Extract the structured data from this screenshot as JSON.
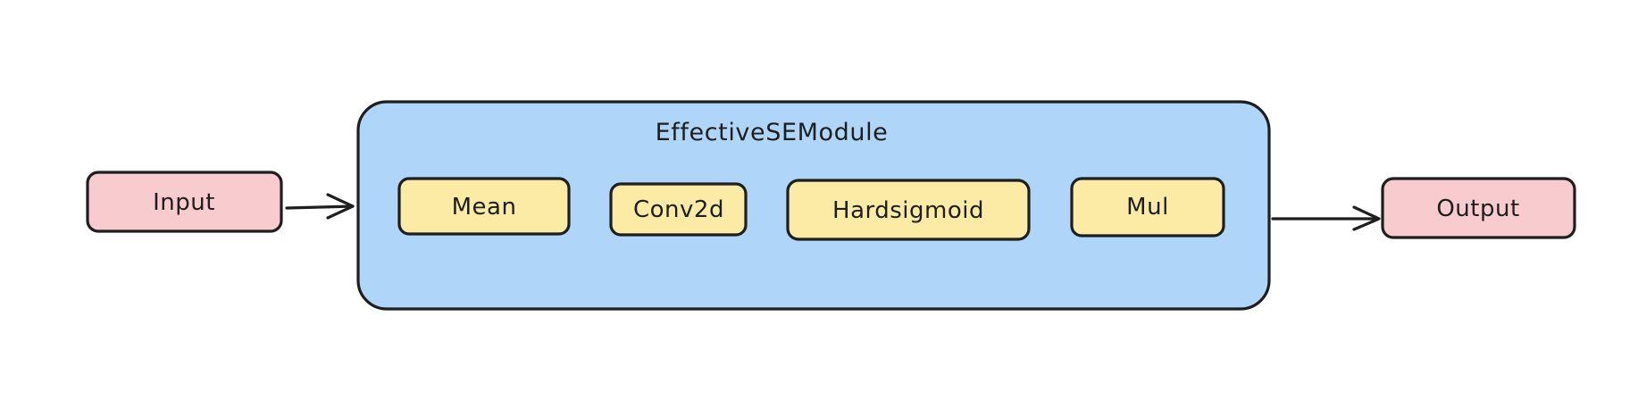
{
  "colors": {
    "io_fill": "#f8cbce",
    "module_fill": "#afd5f9",
    "layer_fill": "#fceba4",
    "stroke": "#1e1e1e"
  },
  "input": {
    "label": "Input"
  },
  "output": {
    "label": "Output"
  },
  "module": {
    "title": "EffectiveSEModule",
    "layers": [
      {
        "label": "Mean"
      },
      {
        "label": "Conv2d"
      },
      {
        "label": "Hardsigmoid"
      },
      {
        "label": "Mul"
      }
    ]
  }
}
